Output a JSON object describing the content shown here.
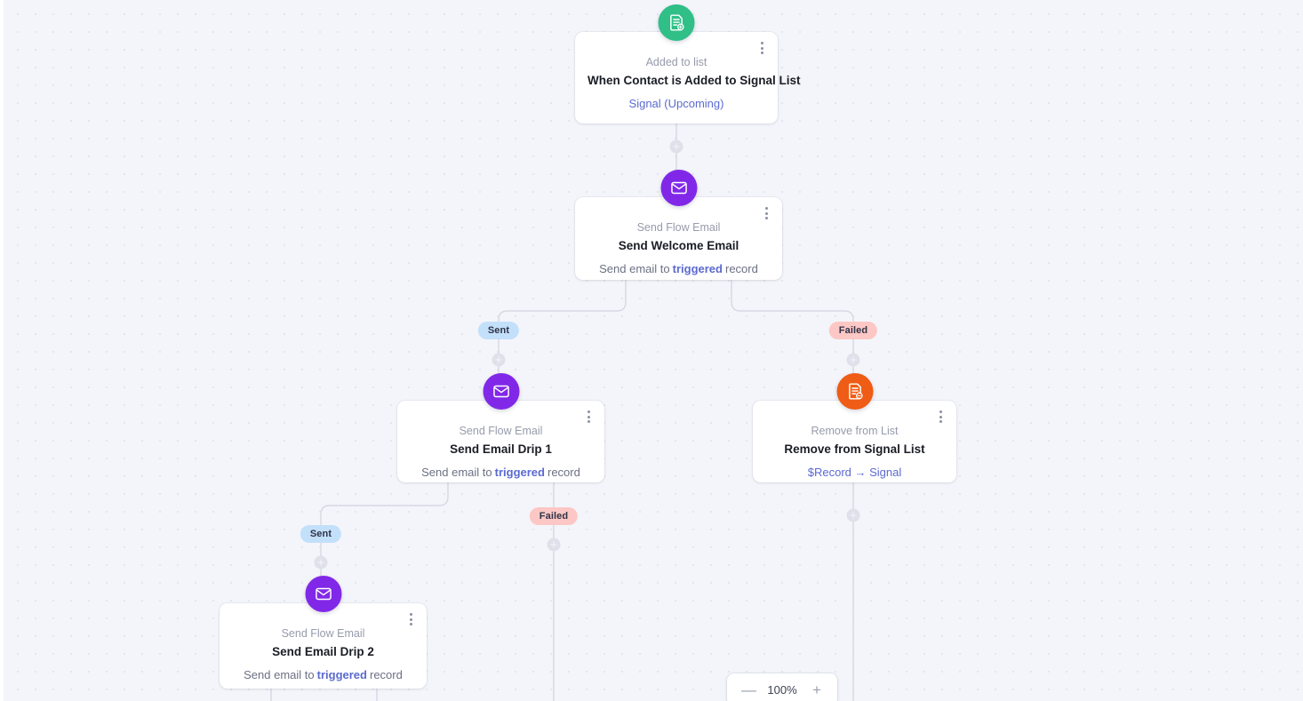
{
  "canvas": {
    "background_color": "#f4f5fa",
    "dot_color": "#e3e5ef"
  },
  "zoom_control": {
    "minus_label": "—",
    "level": "100%",
    "plus_label": "+"
  },
  "nodes": [
    {
      "id": "trigger",
      "icon": "list-document-icon",
      "icon_color": "#2fbf87",
      "type": "Added to list",
      "title": "When Contact is Added to Signal List",
      "link": "Signal (Upcoming)",
      "menu_icon": "kebab-menu-icon"
    },
    {
      "id": "welcome-email",
      "icon": "envelope-icon",
      "icon_color": "#8128e8",
      "type": "Send Flow Email",
      "title": "Send Welcome Email",
      "desc_prefix": "Send email to",
      "desc_token": "triggered",
      "desc_suffix": "record",
      "menu_icon": "kebab-menu-icon"
    },
    {
      "id": "email-drip-1",
      "icon": "envelope-icon",
      "icon_color": "#8128e8",
      "type": "Send Flow Email",
      "title": "Send Email Drip 1",
      "desc_prefix": "Send email to",
      "desc_token": "triggered",
      "desc_suffix": "record",
      "menu_icon": "kebab-menu-icon"
    },
    {
      "id": "remove-from-list",
      "icon": "remove-document-icon",
      "icon_color": "#ef5c15",
      "type": "Remove from List",
      "title": "Remove from Signal List",
      "link": "$Record → Signal",
      "menu_icon": "kebab-menu-icon"
    },
    {
      "id": "email-drip-2",
      "icon": "envelope-icon",
      "icon_color": "#8128e8",
      "type": "Send Flow Email",
      "title": "Send Email Drip 2",
      "desc_prefix": "Send email to",
      "desc_token": "triggered",
      "desc_suffix": "record",
      "menu_icon": "kebab-menu-icon"
    }
  ],
  "edge_labels": [
    {
      "id": "welcome-sent",
      "text": "Sent",
      "style": "sent"
    },
    {
      "id": "welcome-failed",
      "text": "Failed",
      "style": "failed"
    },
    {
      "id": "drip1-sent",
      "text": "Sent",
      "style": "sent"
    },
    {
      "id": "drip1-failed",
      "text": "Failed",
      "style": "failed"
    }
  ],
  "add_buttons": [
    {
      "id": "add-after-trigger"
    },
    {
      "id": "add-welcome-sent"
    },
    {
      "id": "add-welcome-failed"
    },
    {
      "id": "add-drip1-sent"
    },
    {
      "id": "add-drip1-failed"
    },
    {
      "id": "add-after-remove"
    }
  ]
}
